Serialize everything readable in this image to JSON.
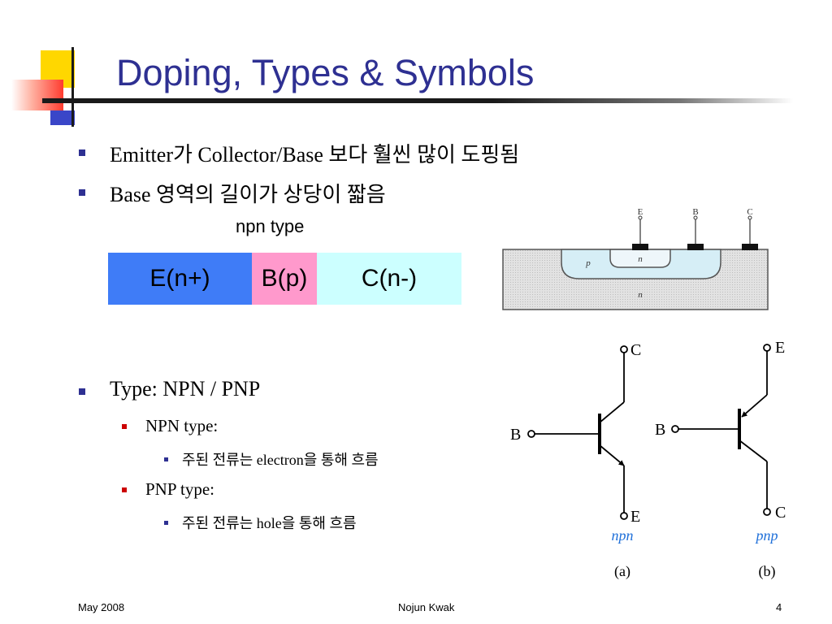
{
  "slide": {
    "title": "Doping, Types & Symbols",
    "bullets": [
      "Emitter가 Collector/Base 보다 훨씬 많이 도핑됨",
      "Base 영역의 길이가 상당이 짧음"
    ],
    "npn_label": "npn type",
    "regions": [
      "E(n+)",
      "B(p)",
      "C(n-)"
    ],
    "type_bullet": "Type: NPN / PNP",
    "npn": {
      "label": "NPN type:",
      "detail": "주된 전류는 electron을 통해 흐름"
    },
    "pnp": {
      "label": "PNP type:",
      "detail": "주된 전류는 hole을 통해 흐름"
    }
  },
  "cross_section": {
    "terminals": [
      "E",
      "B",
      "C"
    ],
    "regions": [
      "p",
      "n",
      "n"
    ]
  },
  "symbols": {
    "npn": {
      "top": "C",
      "base": "B",
      "bottom": "E",
      "caption": "npn",
      "panel": "(a)"
    },
    "pnp": {
      "top": "E",
      "base": "B",
      "bottom": "C",
      "caption": "pnp",
      "panel": "(b)"
    }
  },
  "footer": {
    "date": "May 2008",
    "author": "Nojun Kwak",
    "page": "4"
  },
  "colors": {
    "title": "#2e3092",
    "emitter": "#3f7cf7",
    "base": "#ff99cc",
    "collector": "#ccffff",
    "caption": "#1e6fd9"
  }
}
